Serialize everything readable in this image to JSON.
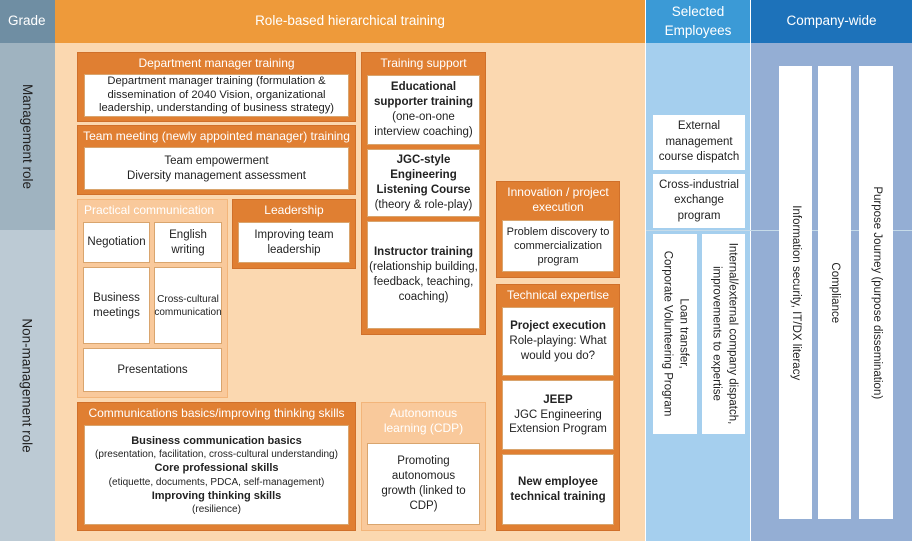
{
  "header": {
    "grade": "Grade",
    "role_based": "Role-based hierarchical training",
    "selected": "Selected Employees",
    "company_wide": "Company-wide"
  },
  "rows": {
    "management": "Management role",
    "non_management": "Non-management role"
  },
  "dept_manager": {
    "title": "Department manager training",
    "body": "Department manager training (formulation & dissemination of 2040 Vision, organizational leadership, understanding of business strategy)"
  },
  "team_meeting": {
    "title": "Team meeting (newly appointed manager) training",
    "body": "Team empowerment\nDiversity management assessment"
  },
  "practical": {
    "title": "Practical communication",
    "negotiation": "Negotiation",
    "english": "English writing",
    "business_meetings": "Business meetings",
    "cross_cultural": "Cross-cultural communication",
    "presentations": "Presentations"
  },
  "leadership": {
    "title": "Leadership",
    "body": "Improving team leadership"
  },
  "training_support": {
    "title": "Training support",
    "edu_title": "Educational supporter training",
    "edu_sub": "(one-on-one interview coaching)",
    "listening_title": "JGC-style Engineering Listening Course",
    "listening_sub": "(theory & role-play)",
    "instructor_title": "Instructor training",
    "instructor_sub": "(relationship building, feedback, teaching, coaching)"
  },
  "innovation": {
    "title": "Innovation / project execution",
    "body": "Problem discovery to commercialization program"
  },
  "technical": {
    "title": "Technical expertise",
    "pe_title": "Project execution",
    "pe_sub": "Role-playing: What would you do?",
    "jeep_title": "JEEP",
    "jeep_sub": "JGC Engineering Extension Program",
    "newemp": "New employee technical training"
  },
  "comm_basics": {
    "title": "Communications basics/improving thinking skills",
    "l1": "Business communication basics",
    "l2": "(presentation, facilitation, cross-cultural understanding)",
    "l3": "Core professional skills",
    "l4": "(etiquette, documents, PDCA, self-management)",
    "l5": "Improving thinking skills",
    "l6": "(resilience)"
  },
  "autonomous": {
    "title": "Autonomous learning (CDP)",
    "body": "Promoting autonomous growth (linked to CDP)"
  },
  "selected_items": {
    "external": "External management course dispatch",
    "cross_industrial": "Cross-industrial exchange program",
    "loan": "Loan transfer,\nCorporate Volunteering Program",
    "dispatch": "Internal/external company dispatch,\nimprovements to expertise"
  },
  "company_items": {
    "infosec": "Information security, IT/DX literacy",
    "compliance": "Compliance",
    "purpose": "Purpose Journey (purpose dissemination)"
  },
  "colors": {
    "orange_header": "#ee9a3a",
    "orange_panel": "#e07f32",
    "selected_blue": "#3b9ad6",
    "company_blue": "#1d72ba"
  }
}
